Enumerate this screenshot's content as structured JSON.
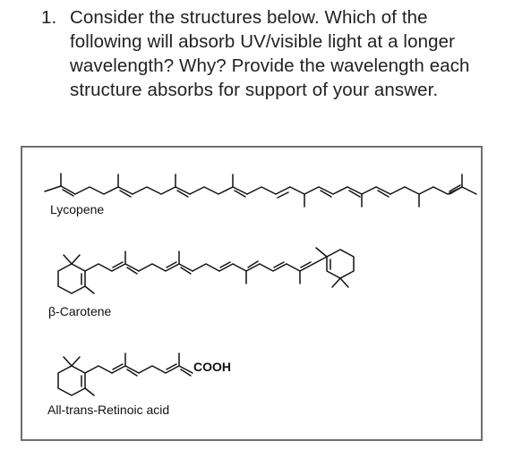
{
  "question": {
    "number": "1.",
    "text": "Consider the structures below. Which of the following will absorb UV/visible light at a longer wavelength? Why? Provide the wavelength each structure absorbs for support of your answer."
  },
  "figure": {
    "structures": [
      {
        "name": "Lycopene"
      },
      {
        "name": "β-Carotene"
      },
      {
        "name_prefix": "All-trans",
        "name_suffix": "-Retinoic acid",
        "group_label": "COOH"
      }
    ]
  }
}
